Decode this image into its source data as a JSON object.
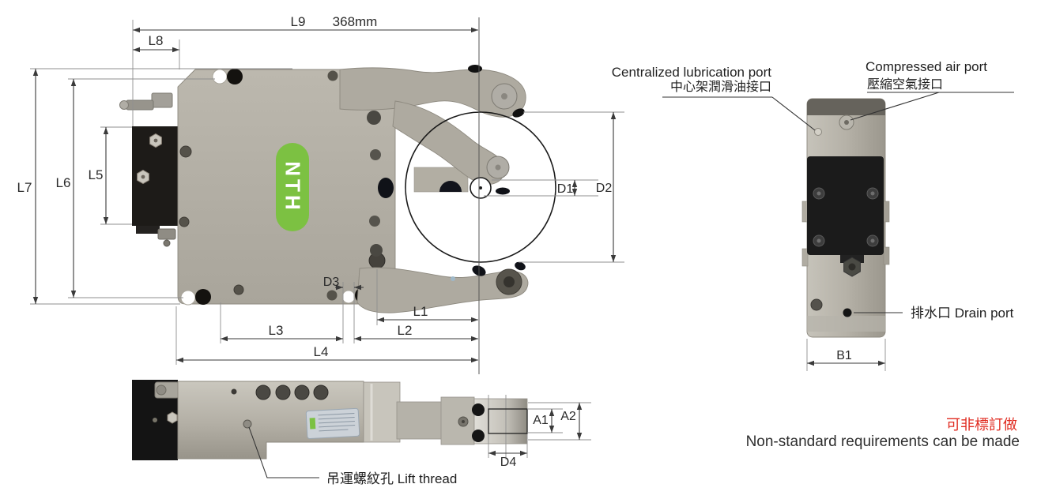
{
  "logo": {
    "text": "NTH"
  },
  "dims": {
    "L1": "L1",
    "L2": "L2",
    "L3": "L3",
    "L4": "L4",
    "L5": "L5",
    "L6": "L6",
    "L7": "L7",
    "L8": "L8",
    "L9": "L9",
    "L9_value": "368mm",
    "D1": "D1",
    "D2": "D2",
    "D3": "D3",
    "D4": "D4",
    "A1": "A1",
    "A2": "A2",
    "B1": "B1"
  },
  "annotations": {
    "lubrication_port_en": "Centralized lubrication port",
    "lubrication_port_zh": "中心架潤滑油接口",
    "compressed_air_port_en": "Compressed air port",
    "compressed_air_port_zh": "壓縮空氣接口",
    "drain_port": "排水口 Drain port",
    "lift_thread": "吊運螺紋孔 Lift thread"
  },
  "notes": {
    "custom_zh": "可非標訂做",
    "custom_en": "Non-standard requirements can be made"
  },
  "colors": {
    "logo_green": "#7cc142",
    "note_red": "#e02b20",
    "body_gray": "#b4b0a6",
    "black_part": "#1b1b1b",
    "dimension_line": "#3a3a3a"
  }
}
